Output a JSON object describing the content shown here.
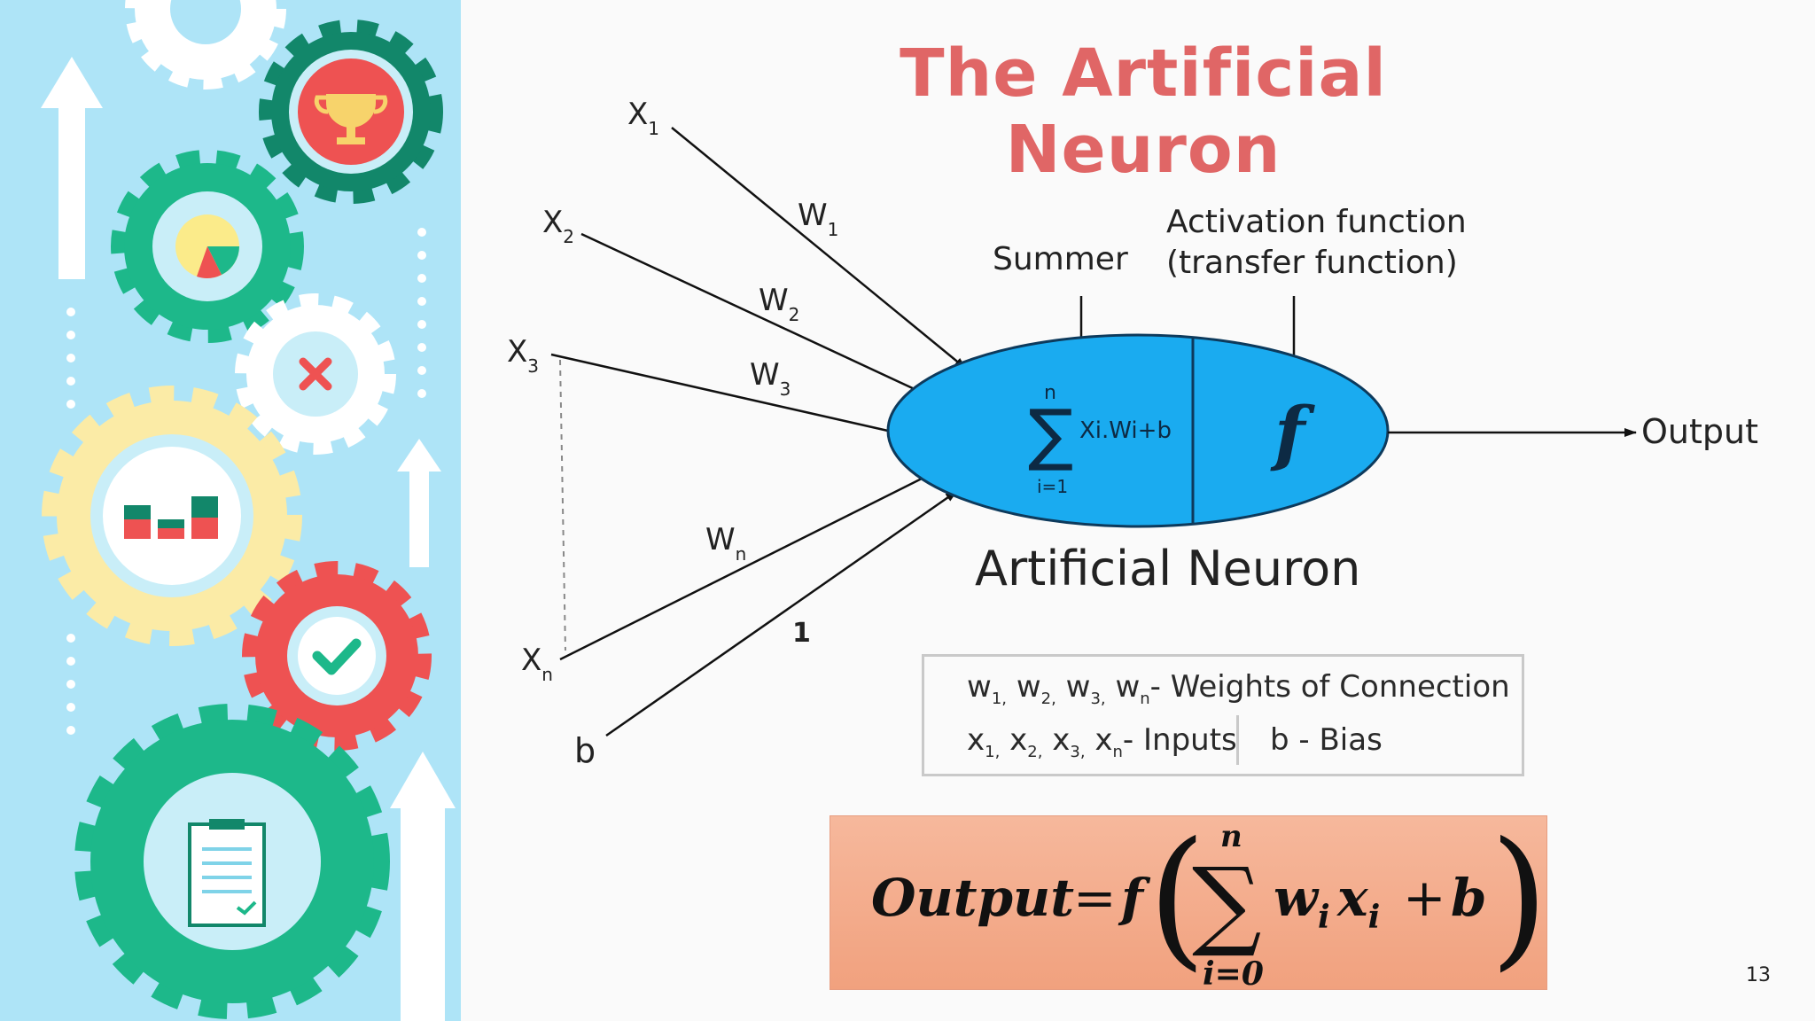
{
  "slide": {
    "title": "The Artificial Neuron",
    "page_number": "13"
  },
  "colors": {
    "title": "#e06666",
    "sidebar_bg": "#aee4f7",
    "neuron_fill": "#1aabf0",
    "formula_bg": "#f3a883",
    "gear_green": "#1db88a",
    "gear_dark_green": "#12876a",
    "gear_red": "#ee5252",
    "gear_yellow": "#fbeba6"
  },
  "diagram": {
    "inputs": [
      "X1",
      "X2",
      "X3",
      "Xn",
      "b"
    ],
    "input_labels": [
      {
        "base": "X",
        "sub": "1"
      },
      {
        "base": "X",
        "sub": "2"
      },
      {
        "base": "X",
        "sub": "3"
      },
      {
        "base": "X",
        "sub": "n"
      },
      {
        "base": "b",
        "sub": ""
      }
    ],
    "weight_labels": [
      {
        "base": "W",
        "sub": "1"
      },
      {
        "base": "W",
        "sub": "2"
      },
      {
        "base": "W",
        "sub": "3"
      },
      {
        "base": "W",
        "sub": "n"
      },
      {
        "base": "1",
        "sub": ""
      }
    ],
    "summer_label": "Summer",
    "activation_label_line1": "Activation function",
    "activation_label_line2": "(transfer function)",
    "sum_upper": "n",
    "sum_lower": "i=1",
    "sum_expr": "Xi.Wi+b",
    "activation_symbol": "f",
    "output_label": "Output",
    "neuron_caption": "Artificial Neuron"
  },
  "legend": {
    "weights_text": "- Weights of Connection",
    "inputs_text": "- Inputs",
    "bias_text": "b - Bias",
    "weights_symbols": [
      {
        "base": "w",
        "sub": "1,"
      },
      {
        "base": "w",
        "sub": "2,"
      },
      {
        "base": "w",
        "sub": "3,"
      },
      {
        "base": "w",
        "sub": "n"
      }
    ],
    "inputs_symbols": [
      {
        "base": "x",
        "sub": "1,"
      },
      {
        "base": "x",
        "sub": "2,"
      },
      {
        "base": "x",
        "sub": "3,"
      },
      {
        "base": "x",
        "sub": "n"
      }
    ]
  },
  "formula": {
    "lhs": "Output",
    "equals": "=",
    "func": "f",
    "sum_upper": "n",
    "sum_lower": "i=0",
    "term_w": "w",
    "term_w_sub": "i",
    "term_x": "x",
    "term_x_sub": "i",
    "plus": "+",
    "bias": "b"
  },
  "icons": [
    "gear-icon",
    "trophy-icon",
    "pie-chart-icon",
    "close-icon",
    "bar-chart-icon",
    "checkmark-icon",
    "clipboard-icon",
    "up-arrow-icon"
  ]
}
